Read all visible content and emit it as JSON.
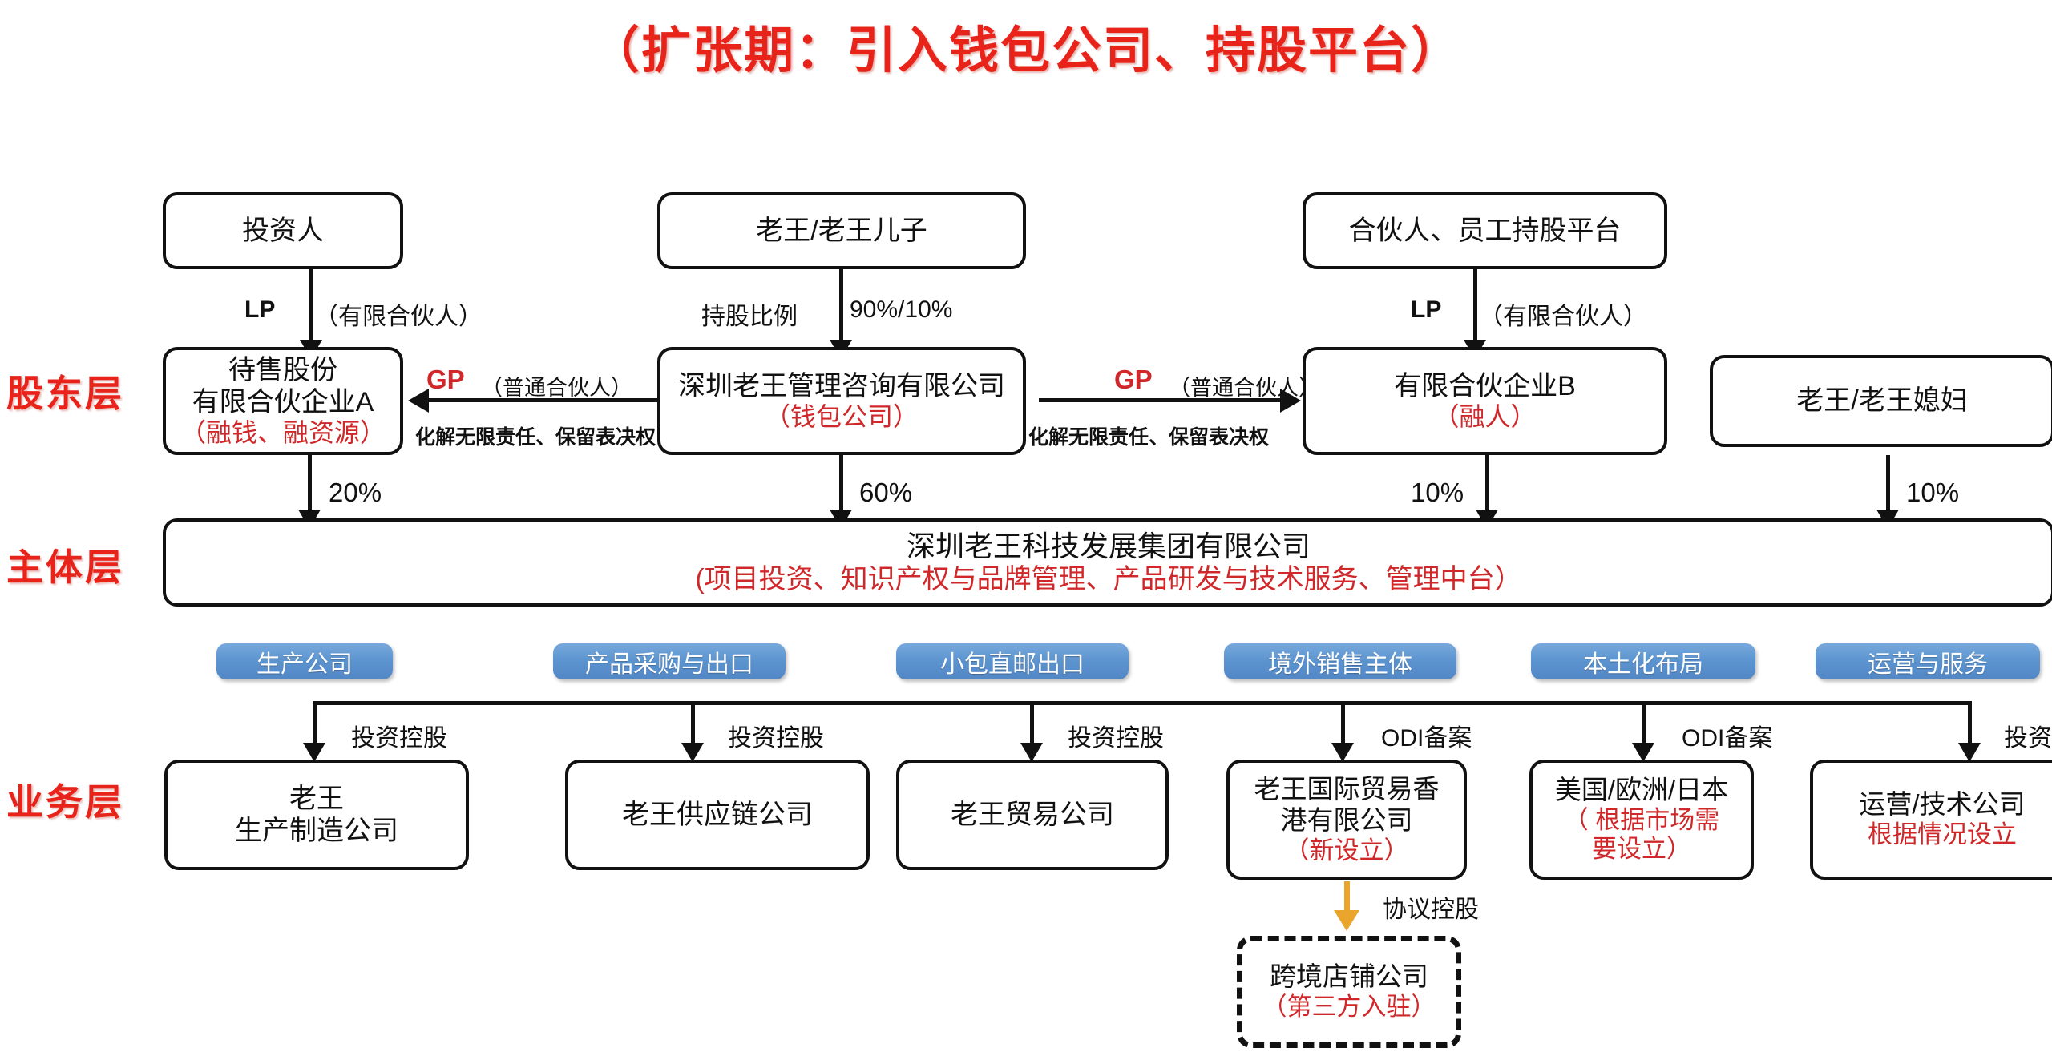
{
  "title": "（扩张期：引入钱包公司、持股平台）",
  "layers": [
    {
      "name": "shareholder-layer",
      "label": "股东层"
    },
    {
      "name": "entity-layer",
      "label": "主体层"
    },
    {
      "name": "business-layer",
      "label": "业务层"
    }
  ],
  "top_row": [
    {
      "name": "investor",
      "label": "投资人"
    },
    {
      "name": "laowang-and-son",
      "label": "老王/老王儿子"
    },
    {
      "name": "partner-esop-platform",
      "label": "合伙人、员工持股平台"
    }
  ],
  "top_edges": [
    {
      "name": "lp-left",
      "bold": "LP",
      "note": "（有限合伙人）"
    },
    {
      "name": "share-ratio",
      "bold": "持股比例",
      "note": "90%/10%"
    },
    {
      "name": "lp-right",
      "bold": "LP",
      "note": "（有限合伙人）"
    }
  ],
  "shareholder_row": [
    {
      "name": "lp-enterprise-a",
      "line1": "待售股份",
      "line2": "有限合伙企业A",
      "red": "（融钱、融资源）"
    },
    {
      "name": "wallet-company",
      "line1": "深圳老王管理咨询有限公司",
      "red": "（钱包公司）"
    },
    {
      "name": "lp-enterprise-b",
      "line1": "有限合伙企业B",
      "red": "（融人）"
    },
    {
      "name": "laowang-and-wife",
      "line1": "老王/老王媳妇"
    }
  ],
  "gp_edges": [
    {
      "name": "gp-left",
      "gp": "GP",
      "note": "（普通合伙人）",
      "sub": "化解无限责任、保留表决权"
    },
    {
      "name": "gp-right",
      "gp": "GP",
      "note": "（普通合伙人）",
      "sub": "化解无限责任、保留表决权"
    }
  ],
  "ownership_percents": [
    {
      "name": "pct-lp-a",
      "value": "20%"
    },
    {
      "name": "pct-wallet",
      "value": "60%"
    },
    {
      "name": "pct-lp-b",
      "value": "10%"
    },
    {
      "name": "pct-couple",
      "value": "10%"
    }
  ],
  "main_entity": {
    "name": "group-company",
    "line1": "深圳老王科技发展集团有限公司",
    "red": "(项目投资、知识产权与品牌管理、产品研发与技术服务、管理中台）"
  },
  "function_tags": [
    {
      "name": "tag-production",
      "label": "生产公司"
    },
    {
      "name": "tag-procure-export",
      "label": "产品采购与出口"
    },
    {
      "name": "tag-small-parcel",
      "label": "小包直邮出口"
    },
    {
      "name": "tag-overseas-sales",
      "label": "境外销售主体"
    },
    {
      "name": "tag-localization",
      "label": "本土化布局"
    },
    {
      "name": "tag-ops-service",
      "label": "运营与服务"
    }
  ],
  "business_edges": [
    {
      "name": "edge-production",
      "label": "投资控股"
    },
    {
      "name": "edge-supplychain",
      "label": "投资控股"
    },
    {
      "name": "edge-trading",
      "label": "投资控股"
    },
    {
      "name": "edge-hk-trading",
      "label": "ODI备案"
    },
    {
      "name": "edge-localization",
      "label": "ODI备案"
    },
    {
      "name": "edge-ops-tech",
      "label": "投资控股"
    }
  ],
  "business_row": [
    {
      "name": "manufacturing-company",
      "line1": "老王",
      "line2": "生产制造公司"
    },
    {
      "name": "supplychain-company",
      "line1": "老王供应链公司"
    },
    {
      "name": "trading-company",
      "line1": "老王贸易公司"
    },
    {
      "name": "hk-trading-company",
      "line1": "老王国际贸易香",
      "line2": "港有限公司",
      "red": "（新设立）"
    },
    {
      "name": "overseas-entities",
      "line1": "美国/欧洲/日本",
      "red1": "（ 根据市场需",
      "red2": "要设立）"
    },
    {
      "name": "ops-tech-company",
      "line1": "运营/技术公司",
      "red": "根据情况设立"
    }
  ],
  "agreement_edge": {
    "name": "edge-agreement-control",
    "label": "协议控股"
  },
  "third_party_box": {
    "name": "cross-border-shop-company",
    "line1": "跨境店铺公司",
    "red": "（第三方入驻）"
  },
  "colors": {
    "accent_red": "#e8231a",
    "note_red": "#d0282a",
    "tag_blue": "#5b93cf",
    "arrow_orange": "#eaa52c",
    "line_black": "#111111"
  }
}
